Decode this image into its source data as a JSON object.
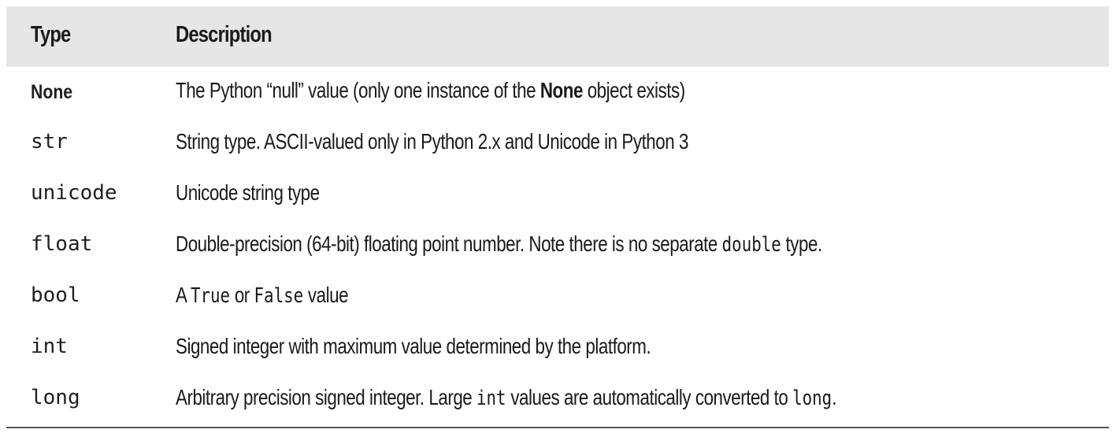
{
  "table": {
    "headers": {
      "type": "Type",
      "description": "Description"
    },
    "rows": [
      {
        "type": "None",
        "parts": [
          {
            "text": "The Python “null” value (only one instance of the ",
            "code": false
          },
          {
            "text": "None",
            "code": false,
            "bold": true
          },
          {
            "text": " object exists)",
            "code": false
          }
        ]
      },
      {
        "type": "str",
        "parts": [
          {
            "text": "String type. ASCII-valued only in Python 2.x and Unicode in Python 3",
            "code": false
          }
        ]
      },
      {
        "type": "unicode",
        "parts": [
          {
            "text": "Unicode string type",
            "code": false
          }
        ]
      },
      {
        "type": "float",
        "parts": [
          {
            "text": "Double-precision (64-bit) floating point number. Note there is no separate ",
            "code": false
          },
          {
            "text": "double",
            "code": true
          },
          {
            "text": " type.",
            "code": false
          }
        ]
      },
      {
        "type": "bool",
        "parts": [
          {
            "text": "A ",
            "code": false
          },
          {
            "text": "True",
            "code": true
          },
          {
            "text": " or ",
            "code": false
          },
          {
            "text": "False",
            "code": true
          },
          {
            "text": " value",
            "code": false
          }
        ]
      },
      {
        "type": "int",
        "parts": [
          {
            "text": "Signed integer with maximum value determined by the platform.",
            "code": false
          }
        ]
      },
      {
        "type": "long",
        "parts": [
          {
            "text": "Arbitrary precision signed integer. Large ",
            "code": false
          },
          {
            "text": "int",
            "code": true
          },
          {
            "text": " values are automatically converted to ",
            "code": false
          },
          {
            "text": "long",
            "code": true
          },
          {
            "text": ".",
            "code": false
          }
        ]
      }
    ]
  }
}
